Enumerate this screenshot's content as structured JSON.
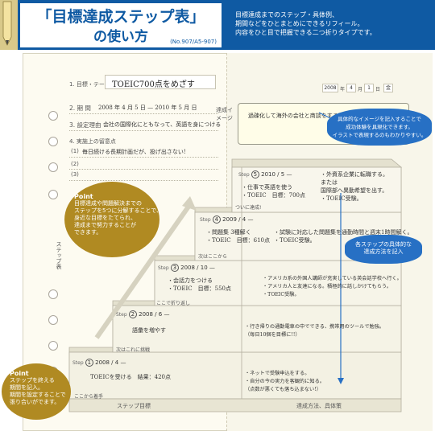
{
  "header": {
    "title_line1": "「目標達成ステップ表」",
    "title_line2": "の使い方",
    "product_code": "(No.907/A5-907)",
    "desc": [
      "目標達成までのステップ・具体例、",
      "期間などをひとまとめにできるリフィール。",
      "内容をひと目で把握できる二つ折りタイプです。"
    ]
  },
  "form": {
    "goal_label": "1. 目標・テーマ",
    "goal_value": "TOEIC700点をめざす",
    "date": {
      "year": "2008",
      "year_unit": "年",
      "month": "4",
      "month_unit": "月",
      "day": "1",
      "day_unit": "日",
      "weekday": "金"
    },
    "period_label": "2. 期 間",
    "period_value": "2008 年 4 月 5 日 — 2010 年 5 月 日",
    "reason_label": "3. 設定理由",
    "reason_value": "会社の国際化にともなって、英語を身につける",
    "notes_label": "4. 実施上の留意点",
    "notes": [
      {
        "num": "(1)",
        "text": "毎日続ける長期計画だが、投げ出さない!"
      },
      {
        "num": "(2)",
        "text": ""
      },
      {
        "num": "(3)",
        "text": ""
      }
    ],
    "vision_label": "達成イメージ",
    "vision_value": "過疎化して海外の会社と商談をする!!",
    "left_side_vertical": "ステップ表"
  },
  "steps": [
    {
      "prefix": "Step",
      "num": "1",
      "date": "2008 / 4 —",
      "content": "TOEICを受ける　結果：420点",
      "note": "ここから着手",
      "action": "・ネットで受験申込をする。\n・自分の今の実力を客観的に知る。\n（点数が悪くても落ち込まない!）"
    },
    {
      "prefix": "Step",
      "num": "2",
      "date": "2008 / 6 —",
      "content": "語彙を増やす",
      "note": "次はこれに挑戦",
      "action": "・行き帰りの通勤電車の中でできる、携帯用のツールで勉強。\n（毎日10個を目標に!!）"
    },
    {
      "prefix": "Step",
      "num": "3",
      "date": "2008 / 10 —",
      "content": "・会話力をつける\n・TOEIC　目標：550点",
      "note": "ここで折り返し",
      "action": "・アメリカ系の外国人講師が充実している英会話学校へ行く。\n・アメリカ人と友達になる。積極的に話しかけてもらう。\n・TOEIC受験。"
    },
    {
      "prefix": "Step",
      "num": "4",
      "date": "2009 / 4 —",
      "content": "・問題集 3種解く\n・TOEIC　目標：610点",
      "note": "次はここから",
      "action": "・試験に対応した問題集を通勤時間と週末1時間解く。\n・TOEIC受験。"
    },
    {
      "prefix": "Step",
      "num": "5",
      "date": "2010 / 5 —",
      "content": "・仕事で英語を使う\n・TOEIC　目標：700点",
      "note": "ついに達成!",
      "action": "・外資系企業に転職する。\nまたは\n国際部へ異動希望を出す。\n・TOEIC受験。"
    }
  ],
  "footer": {
    "col1": "ステップ目標",
    "col2": "達成方法、具体策"
  },
  "callouts": {
    "point1_title": "Point",
    "point1_lines": [
      "目標達成や問題解決までの",
      "ステップを5つに分解することで、",
      "身近な目標をたてられ、",
      "達成まで努力することが",
      "できます。"
    ],
    "point2_title": "Point",
    "point2_lines": [
      "ステップを終える",
      "期間を記入。",
      "期間を設定することで",
      "張り合いがでます。"
    ],
    "blue1_lines": [
      "具体的なイメージを記入することで",
      "成功体験を具現化できます。",
      "イラストで表現するのもわかりやすい。"
    ],
    "blue2_lines": [
      "各ステップの具体的な",
      "達成方法を記入"
    ]
  },
  "colors": {
    "header_blue": "#0f5aa3",
    "point_gold": "#b08a22",
    "callout_blue": "#2770c4"
  }
}
